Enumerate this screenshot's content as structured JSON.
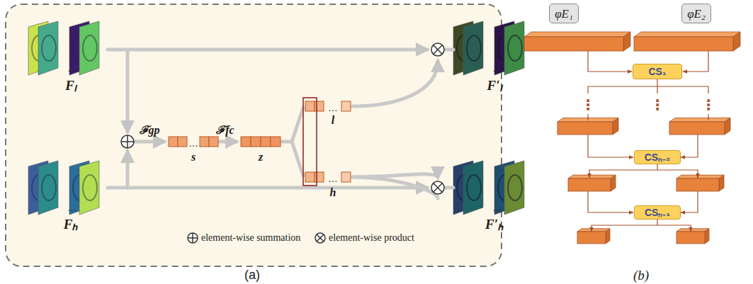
{
  "diagram": {
    "nodes": [
      {
        "text": [
          "φE₁"
        ]
      },
      {
        "text": [
          "φE₂"
        ]
      },
      {
        "text": [
          "CS₁"
        ]
      },
      {
        "text": [
          "CSₙ₋₂"
        ]
      },
      {
        "text": [
          "CSₙ₋₁"
        ]
      }
    ],
    "labels": [
      "Fₗ",
      "…",
      "ℱgp",
      "…",
      "s",
      "ℱfc",
      "z",
      "…",
      "l",
      "…",
      "h",
      "F′ₗ",
      "…",
      "Fₕ",
      "…",
      "F′ₕ",
      "…",
      "(a)",
      "⋮",
      "⋮",
      "⋮",
      "(b)"
    ],
    "legend": [
      {
        "text": "element-wise summation"
      },
      {
        "text": "element-wise product"
      }
    ]
  }
}
